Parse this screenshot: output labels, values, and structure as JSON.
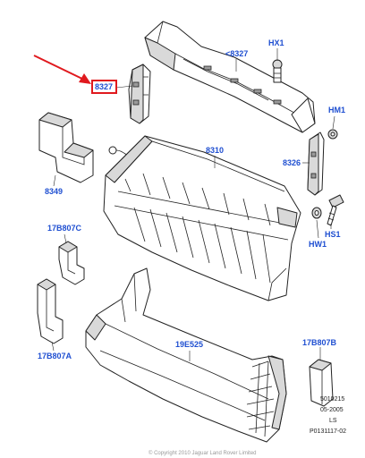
{
  "callouts": {
    "p8327_upper": "<8327",
    "p8327_highlight": "8327",
    "hx1": "HX1",
    "hm1": "HM1",
    "p8310": "8310",
    "p8326": "8326",
    "p8349": "8349",
    "p17b807c": "17B807C",
    "hs1": "HS1",
    "hw1": "HW1",
    "p17b807a": "17B807A",
    "p19e525": "19E525",
    "p17b807b": "17B807B"
  },
  "stamp": {
    "line1": "5010215",
    "line2": "05-2005",
    "line3": "LS",
    "line4": "P0131117-02"
  },
  "copyright": "© Copyright 2010 Jaguar Land Rover Limited",
  "colors": {
    "callout_text": "#1f4fd1",
    "highlight_box": "#e0191e",
    "pointer_arrow": "#e0191e",
    "line_art": "#222222"
  }
}
